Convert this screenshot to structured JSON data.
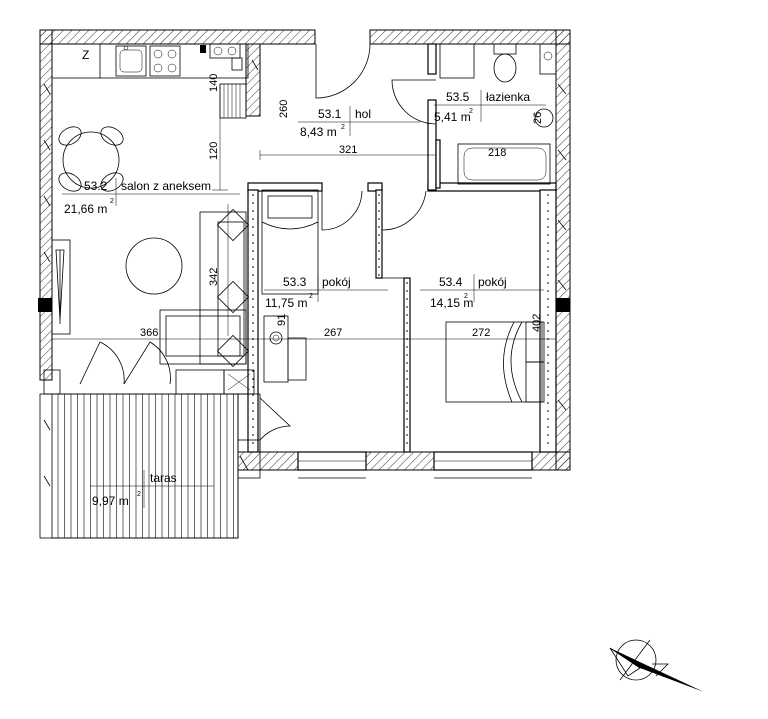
{
  "rooms": [
    {
      "number": "53.1",
      "name": "hol",
      "area": "8,43 m",
      "sup": "2"
    },
    {
      "number": "53.2",
      "name": "salon z aneksem",
      "area": "21,66 m",
      "sup": "2"
    },
    {
      "number": "53.3",
      "name": "pokój",
      "area": "11,75 m",
      "sup": "2"
    },
    {
      "number": "53.4",
      "name": "pokój",
      "area": "14,15 m",
      "sup": "2"
    },
    {
      "number": "53.5",
      "name": "łazienka",
      "area": "5,41 m",
      "sup": "2"
    },
    {
      "name": "taras",
      "area": "9,97 m",
      "sup": "2"
    }
  ],
  "dimensions": {
    "d260": "260",
    "d140": "140",
    "d120": "120",
    "d321": "321",
    "d218": "218",
    "d342": "342",
    "d366": "366",
    "d267": "267",
    "d272": "272",
    "d91": "91",
    "d402": "402",
    "d26": "26"
  },
  "fridge_mark": "Z"
}
